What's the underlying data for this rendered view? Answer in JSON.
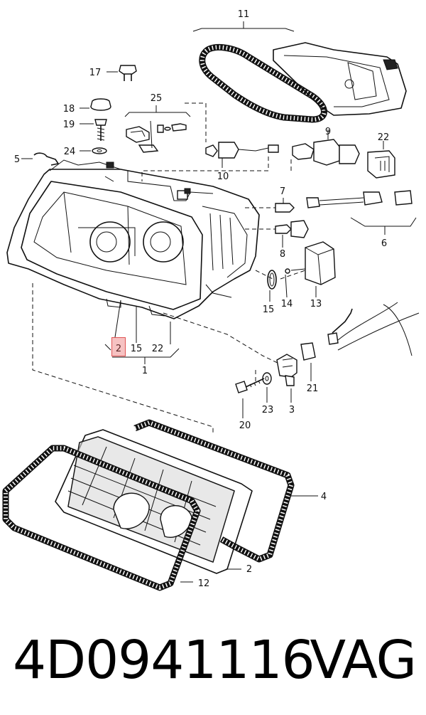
{
  "diagram": {
    "callouts": [
      {
        "id": "c11",
        "text": "11"
      },
      {
        "id": "c17",
        "text": "17"
      },
      {
        "id": "c25",
        "text": "25"
      },
      {
        "id": "c18",
        "text": "18"
      },
      {
        "id": "c19",
        "text": "19"
      },
      {
        "id": "c9",
        "text": "9"
      },
      {
        "id": "c22a",
        "text": "22"
      },
      {
        "id": "c24",
        "text": "24"
      },
      {
        "id": "c5",
        "text": "5"
      },
      {
        "id": "c10",
        "text": "10"
      },
      {
        "id": "c7",
        "text": "7"
      },
      {
        "id": "c6",
        "text": "6"
      },
      {
        "id": "c8",
        "text": "8"
      },
      {
        "id": "c15a",
        "text": "15"
      },
      {
        "id": "c14",
        "text": "14"
      },
      {
        "id": "c13",
        "text": "13"
      },
      {
        "id": "c2a",
        "text": "2"
      },
      {
        "id": "c15b",
        "text": "15"
      },
      {
        "id": "c22b",
        "text": "22"
      },
      {
        "id": "c1",
        "text": "1"
      },
      {
        "id": "c21",
        "text": "21"
      },
      {
        "id": "c23",
        "text": "23"
      },
      {
        "id": "c3",
        "text": "3"
      },
      {
        "id": "c20",
        "text": "20"
      },
      {
        "id": "c4",
        "text": "4"
      },
      {
        "id": "c2b",
        "text": "2"
      },
      {
        "id": "c12",
        "text": "12"
      }
    ],
    "highlight": {
      "callout": "2",
      "color": "#e05252"
    }
  },
  "footer": {
    "part_number": "4D0941116",
    "brand": "VAG"
  }
}
